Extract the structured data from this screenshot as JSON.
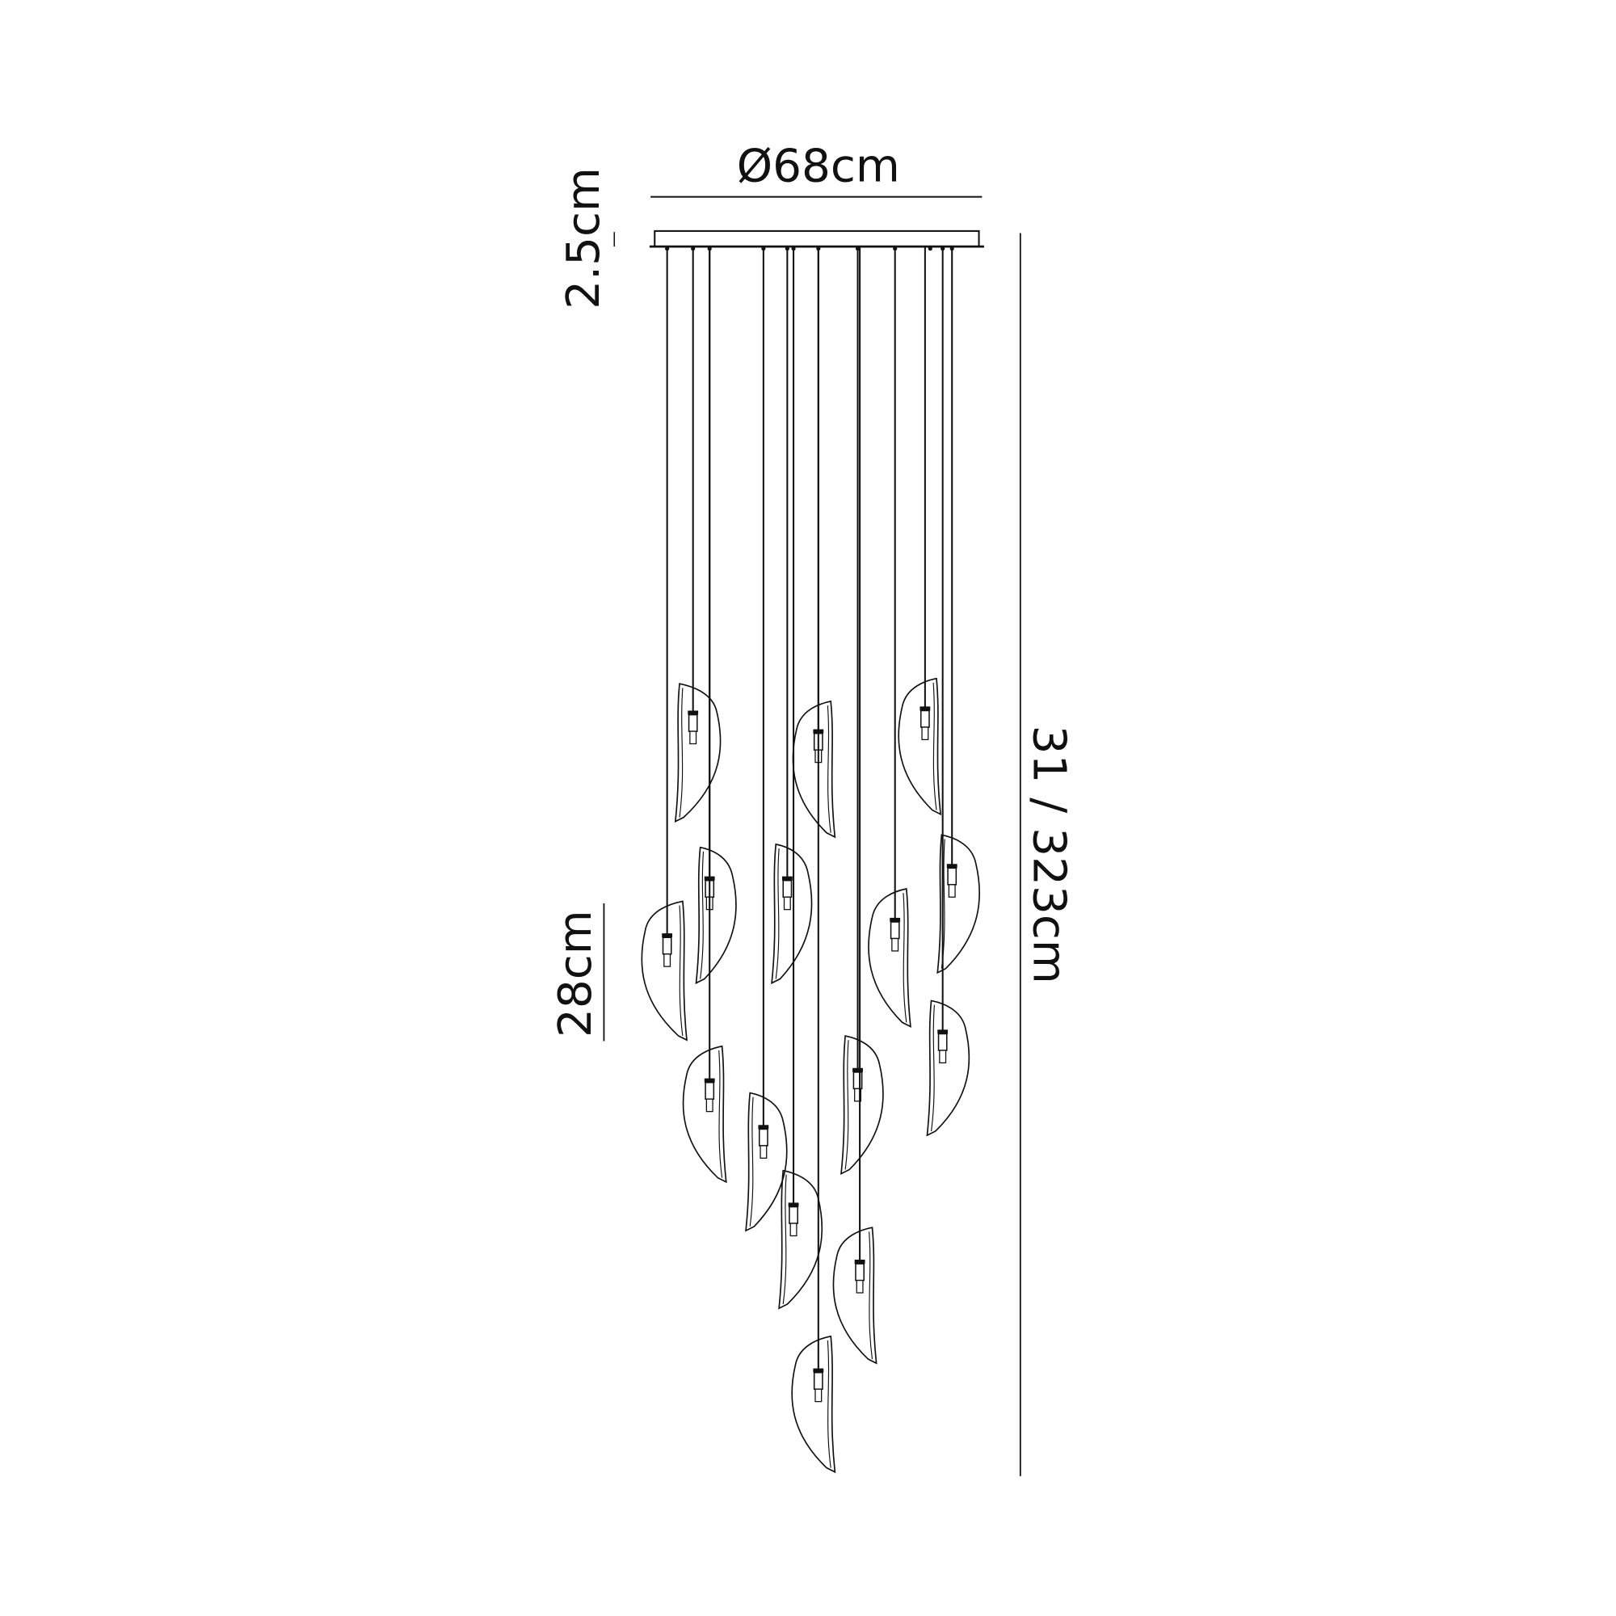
{
  "dimensions": {
    "diameter": "Ø68cm",
    "canopy_height": "2.5cm",
    "overall_height": "31 / 323cm",
    "shade_height": "28cm"
  },
  "product": {
    "pendant_count": 15,
    "line_color": "#111111",
    "background": "#ffffff"
  }
}
